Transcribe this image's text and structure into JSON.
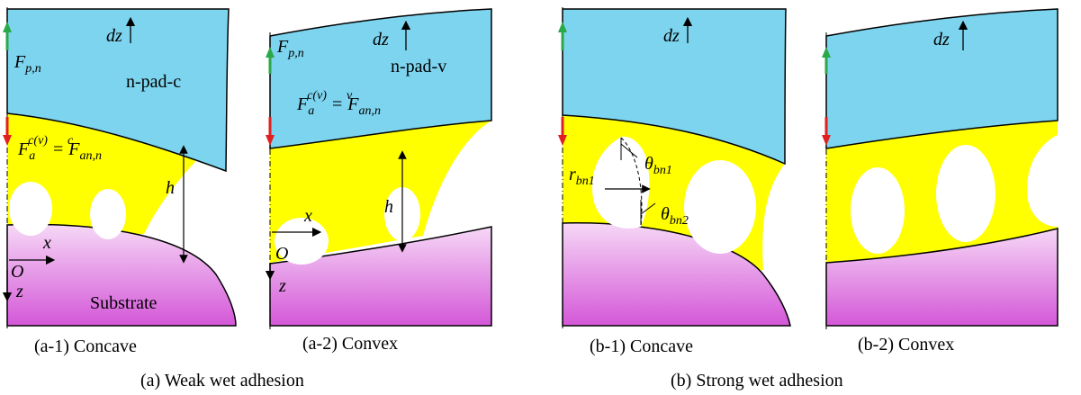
{
  "colors": {
    "pad": "#7dd4ee",
    "liquid": "#ffff00",
    "substrate_top": "#f6d8f6",
    "substrate_bottom": "#d457d8",
    "up_arrow": "#2aa84a",
    "down_arrow": "#e02020"
  },
  "captions": {
    "a1": "(a-1) Concave",
    "a2": "(a-2) Convex",
    "b1": "(b-1) Concave",
    "b2": "(b-2) Convex",
    "a": "(a) Weak wet adhesion",
    "b": "(b) Strong wet adhesion"
  },
  "labels": {
    "dz": "dz",
    "F_main": "F",
    "F_pn_sub": "p,n",
    "pad_c": "n-pad-c",
    "pad_v": "n-pad-v",
    "F_a_sup": "c(v)",
    "F_a_sub": "a",
    "eq": "=",
    "F_an_sup_c": "c",
    "F_an_sup_v": "v",
    "F_an_sub": "an,n",
    "h": "h",
    "x": "x",
    "z": "z",
    "O": "O",
    "substrate": "Substrate",
    "r": "r",
    "r_sub": "bn1",
    "theta": "θ",
    "theta1_sub": "bn1",
    "theta2_sub": "bn2"
  }
}
